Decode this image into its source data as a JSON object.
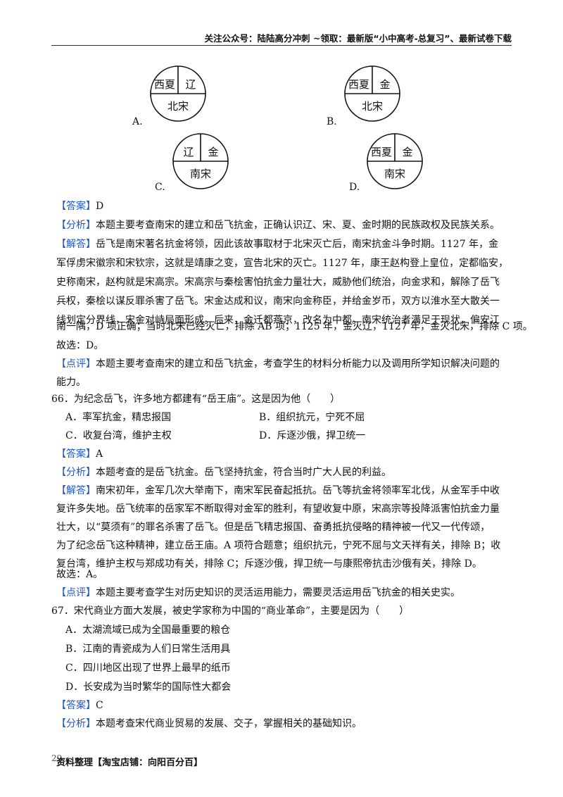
{
  "header": {
    "text": "关注公众号：陆陆高分冲刺 ~领取：最新版“小中高考-总复习”、最新试卷下载"
  },
  "diagrams": [
    {
      "letter": "A.",
      "top_left": "西夏",
      "top_right": "辽",
      "bottom": "北宋"
    },
    {
      "letter": "B.",
      "top_left": "西夏",
      "top_right": "金",
      "bottom": "北宋"
    },
    {
      "letter": "C.",
      "top_left": "辽",
      "top_right": "金",
      "bottom": "南宋"
    },
    {
      "letter": "D.",
      "top_left": "西夏",
      "top_right": "金",
      "bottom": "南宋"
    }
  ],
  "q65": {
    "answer_tag": "【答案】",
    "answer": "D",
    "analysis_tag": "【分析】",
    "analysis": "本题主要考查南宋的建立和岳飞抗金，正确认识辽、宋、夏、金时期的民族政权及民族关系。",
    "solution_tag": "【解答】",
    "solution_lines": [
      "岳飞是南宋著名抗金将领，因此该故事取材于北宋灭亡后，南宋抗金斗争时期。1127 年，金",
      "军俘虏宋徽宗和宋钦宗，这就是靖康之变，宣告北宋的灭亡。1127 年，康王赵构登上皇位，定都临安，",
      "史称南宋，赵构就是宋高宗。宋高宗与秦桧害怕抗金力量壮大，威胁他们统治，向金求和，解除了岳飞",
      "兵权，秦桧以谋反罪杀害了岳飞。宋金达成和议，南宋向金称臣，并给金岁币，双方以淮水至大散关一",
      "线划定分界线，宋金对峙局面形成。后来，金迁都燕京，改名为中都。南宋统治者满足于现状，偏安江",
      "南一隅，D 项正确；当时北宋已经灭亡，排除 AB 项；1125 年，金灭辽，1127 年，金灭北宋，排除 C 项。",
      "故选：D。"
    ],
    "comment_tag": "【点评】",
    "comment_lines": [
      "本题主要考查南宋的建立和岳飞抗金，考查学生的材料分析能力以及调用所学知识解决问题的",
      "能力。"
    ]
  },
  "q66": {
    "stem": "66．为纪念岳飞，许多地方都建有“岳王庙”。这是因为他（　　）",
    "options": [
      "A．率军抗金，精忠报国",
      "B．组织抗元，宁死不屈",
      "C．收复台湾，维护主权",
      "D．斥逐沙俄，捍卫统一"
    ],
    "answer_tag": "【答案】",
    "answer": "A",
    "analysis_tag": "【分析】",
    "analysis": "本题考查的是岳飞抗金。岳飞坚持抗金，符合当时广大人民的利益。",
    "solution_tag": "【解答】",
    "solution_lines": [
      "南宋初年，金军几次大举南下，南宋军民奋起抵抗。岳飞等抗金将领率军北伐，从金军手中收",
      "复许多失地。岳飞统率的岳家军不断取得对金军的胜利，有望收复中原，宋高宗等投降派害怕抗金力量",
      "壮大，以“莫须有”的罪名杀害了岳飞。但是岳飞精忠报国、奋勇抵抗侵略的精神被一代又一代传颂，",
      "为了纪念岳飞这种精神，建立岳王庙。A 项符合题意；组织抗元，宁死不屈与文天祥有关，排除 B；收",
      "复台湾，维护主权与郑成功有关，排除 C；斥逐沙俄，捍卫统一与康熙帝抗击沙俄有关，排除 D。",
      "故选：A。"
    ],
    "comment_tag": "【点评】",
    "comment": "本题主要考查学生对历史知识的灵活运用能力，需要灵活运用岳飞抗金的相关史实。"
  },
  "q67": {
    "stem": "67．宋代商业方面大发展，被史学家称为中国的“商业革命”，主要是因为（　　）",
    "options": [
      "A．太湖流域已成为全国最重要的粮仓",
      "B．江南的青瓷成为人们日常生活用具",
      "C．四川地区出现了世界上最早的纸币",
      "D．长安成为当时繁华的国际性大都会"
    ],
    "answer_tag": "【答案】",
    "answer": "C",
    "analysis_tag": "【分析】",
    "analysis": "本题考查宋代商业贸易的发展、交子，掌握相关的基础知识。"
  },
  "footer": {
    "page": "29",
    "text": "资料整理【淘宝店铺：向阳百分百】"
  }
}
